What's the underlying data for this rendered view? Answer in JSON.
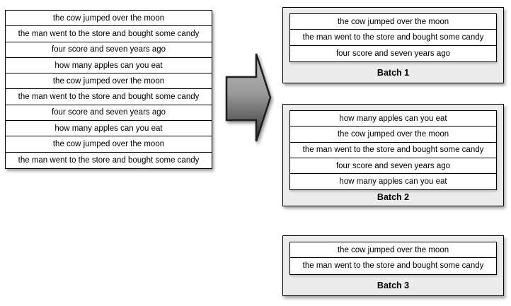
{
  "diagram": {
    "source_list": {
      "rows": [
        "the cow jumped over the moon",
        "the man went to the store and bought some candy",
        "four score and seven years ago",
        "how many apples can you eat",
        "the cow jumped over the moon",
        "the man went to the store and bought some candy",
        "four score and seven years ago",
        "how many apples can you eat",
        "the cow jumped over the moon",
        "the man went to the store and bought some candy"
      ]
    },
    "arrow": {
      "direction": "right"
    },
    "batches": [
      {
        "label": "Batch 1",
        "rows": [
          "the cow jumped over the moon",
          "the man went to the store and bought some candy",
          "four score and seven years ago"
        ]
      },
      {
        "label": "Batch 2",
        "rows": [
          "how many apples can you eat",
          "the cow jumped over the moon",
          "the man went to the store and bought some candy",
          "four score and seven years ago",
          "how many apples can you eat"
        ]
      },
      {
        "label": "Batch 3",
        "rows": [
          "the cow jumped over the moon",
          "the man went to the store and bought some candy"
        ]
      }
    ],
    "colors": {
      "row_fill": "#ffffff",
      "batch_fill": "#ececec",
      "border": "#000000",
      "arrow_gradient_top": "#bdbdbd",
      "arrow_gradient_mid": "#9a9a9a",
      "arrow_gradient_bottom": "#2f2f2f",
      "arrow_outline": "#1e1e1e"
    }
  }
}
